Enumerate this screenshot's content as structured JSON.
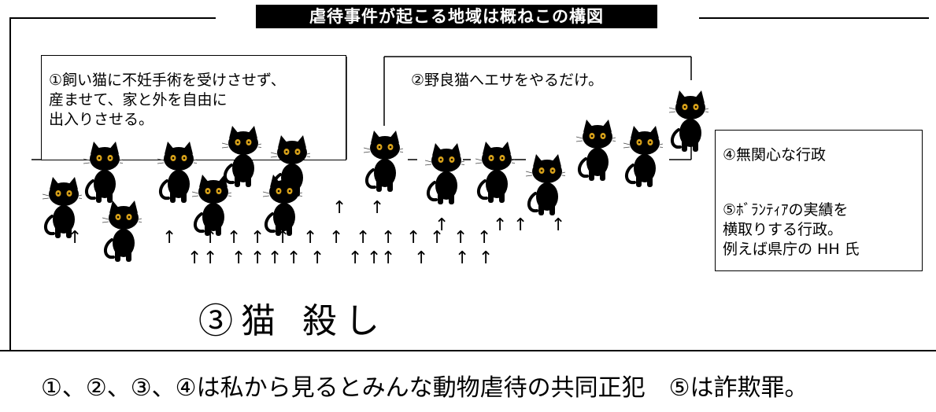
{
  "title": "虐待事件が起こる地域は概ねこの構図",
  "note1": "①飼い猫に不妊手術を受けさせず、\n産ませて、家と外を自由に\n出入りさせる。",
  "note2": "②野良猫へエサをやるだけ。",
  "note4": "④無関心な行政",
  "note5": "⑤ﾎﾞﾗﾝﾃｨｱの実績を\n横取りする行政。\n例えば県庁の HH 氏",
  "killing": "③猫 殺し",
  "conclusion": "①、②、③、④は私から見るとみんな動物虐待の共同正犯　⑤は詐欺罪。",
  "arrow_glyph": "↑",
  "cat_icon": "black-cat-icon",
  "colors": {
    "ink": "#000000",
    "banner_text": "#ffffff",
    "cat_eye": "#d9a21a",
    "background": "#ffffff"
  }
}
